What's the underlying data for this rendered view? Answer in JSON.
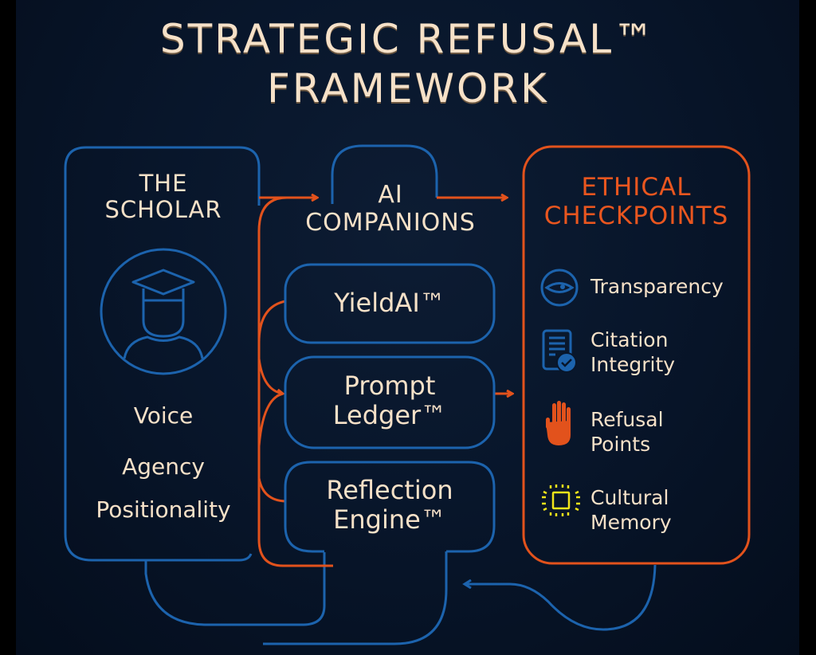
{
  "title": {
    "line1": "STRATEGIC REFUSAL™",
    "line2": "FRAMEWORK"
  },
  "colors": {
    "background": "#06142a",
    "text": "#f6e1c8",
    "blue": "#1c63ad",
    "orange": "#e2521c",
    "yellow": "#f2e51a"
  },
  "scholar": {
    "heading_line1": "THE",
    "heading_line2": "SCHOLAR",
    "icon": "graduate-avatar-icon",
    "attributes": [
      "Voice",
      "Agency",
      "Positionality"
    ]
  },
  "companions": {
    "heading_line1": "AI",
    "heading_line2": "COMPANIONS",
    "tools": [
      {
        "line1": "YieldAI™",
        "line2": ""
      },
      {
        "line1": "Prompt",
        "line2": "Ledger™"
      },
      {
        "line1": "Reflection",
        "line2": "Engine™"
      }
    ]
  },
  "checkpoints": {
    "heading_line1": "ETHICAL",
    "heading_line2": "CHECKPOINTS",
    "items": [
      {
        "icon": "eye-icon",
        "line1": "Transparency",
        "line2": ""
      },
      {
        "icon": "document-check-icon",
        "line1": "Citation",
        "line2": "Integrity"
      },
      {
        "icon": "raised-hand-icon",
        "line1": "Refusal",
        "line2": "Points"
      },
      {
        "icon": "chip-glow-icon",
        "line1": "Cultural",
        "line2": "Memory"
      }
    ]
  }
}
